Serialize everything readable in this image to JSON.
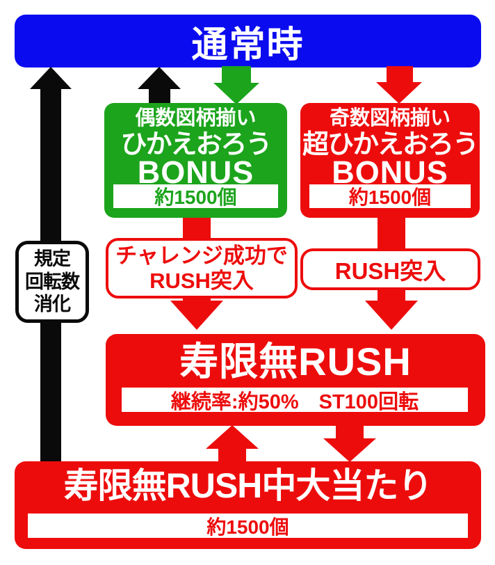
{
  "colors": {
    "blue": "#0b0bf0",
    "green": "#1ca41c",
    "red": "#ed0c0c",
    "black": "#0a0a0a"
  },
  "banner": {
    "title": "通常時"
  },
  "spin_counter": {
    "lines": [
      "規定",
      "回転数",
      "消化"
    ]
  },
  "even_bonus": {
    "subtitle": "偶数図柄揃い",
    "name": "ひかえおろう",
    "name2": "BONUS",
    "payout": "約1500個"
  },
  "odd_bonus": {
    "subtitle": "奇数図柄揃い",
    "name": "超ひかえおろう",
    "name2": "BONUS",
    "payout": "約1500個"
  },
  "challenge_note": {
    "line1": "チャレンジ成功で",
    "line2": "RUSH突入"
  },
  "rush_note": {
    "label": "RUSH突入"
  },
  "rush": {
    "title": "寿限無RUSH",
    "stats": "継続率:約50%　ST100回転"
  },
  "rush_jackpot": {
    "title": "寿限無RUSH中大当たり",
    "payout": "約1500個"
  }
}
